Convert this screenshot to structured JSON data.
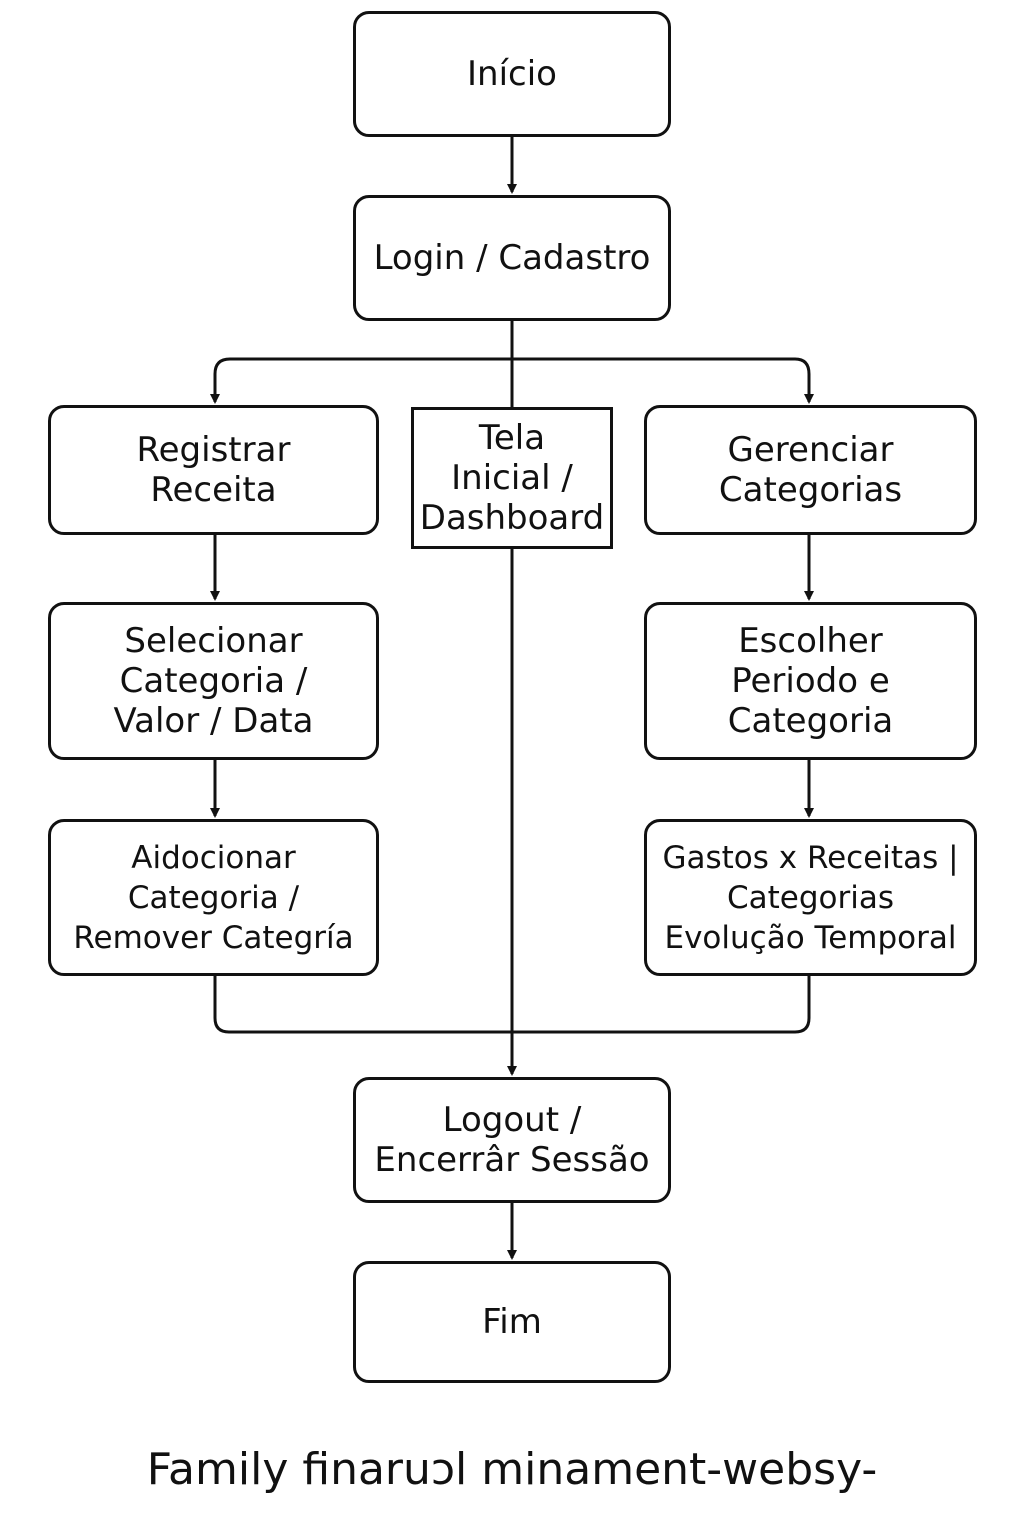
{
  "nodes": {
    "inicio": "Início",
    "login": "Login / Cadastro",
    "registrar_receita": "Registrar\nReceita",
    "dashboard": "Tela\nInicial /\nDashboard",
    "gerenciar_categorias": "Gerenciar\nCategorias",
    "selecionar": "Selecionar\nCategoria /\nValor / Data",
    "escolher": "Escolher\nPeriodo e\nCategoria",
    "adicionar": "Aidocionar\nCategoria /\nRemover Categría",
    "gastos": "Gastos x Receitas |\nCategorias\nEvolução Temporal",
    "logout": "Logout /\nEncerrâr Sessão",
    "fim": "Fim"
  },
  "footer": "Family finaruↄl minament-websy-",
  "colors": {
    "stroke": "#111111",
    "background": "#ffffff"
  }
}
